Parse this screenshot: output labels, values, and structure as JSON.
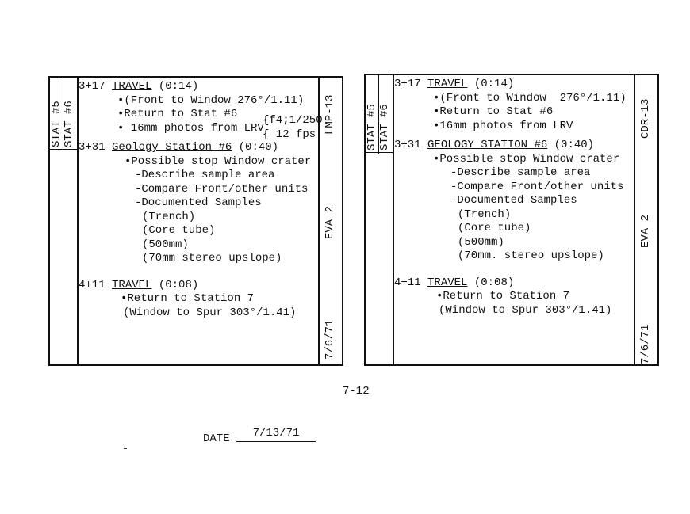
{
  "cards": [
    {
      "id": "left",
      "stat_labels": [
        "STAT #5",
        "STAT #6"
      ],
      "side_labels": {
        "crew": "LMP-13",
        "eva": "EVA 2",
        "date": "7/6/71"
      },
      "photo_note": [
        "{f4;1/250",
        "{ 12 fps"
      ],
      "sections": [
        {
          "time": "3+17",
          "heading": "TRAVEL",
          "duration": "(0:14)",
          "items": [
            {
              "level": "lv1",
              "text": "•(Front to Window 276°/1.11)"
            },
            {
              "level": "lv1",
              "text": "•Return to Stat #6"
            },
            {
              "level": "lv1",
              "text": "• 16mm photos from LRV"
            }
          ]
        },
        {
          "time": "3+31",
          "heading": "Geology Station #6",
          "duration": "(0:40)",
          "items": [
            {
              "level": "lv1b",
              "text": "•Possible stop Window crater"
            },
            {
              "level": "lv2",
              "text": "-Describe sample area"
            },
            {
              "level": "lv2",
              "text": "-Compare Front/other units"
            },
            {
              "level": "lv2",
              "text": "-Documented Samples"
            },
            {
              "level": "lv3",
              "text": "(Trench)"
            },
            {
              "level": "lv3",
              "text": "(Core tube)"
            },
            {
              "level": "lv3",
              "text": "(500mm)"
            },
            {
              "level": "lv3",
              "text": "(70mm stereo upslope)"
            }
          ]
        },
        {
          "time": "4+11",
          "heading": "TRAVEL",
          "duration": "(0:08)",
          "items": [
            {
              "level": "lv1c",
              "text": "•Return to Station 7"
            },
            {
              "level": "lv1d",
              "text": "(Window to Spur 303°/1.41)"
            }
          ]
        }
      ]
    },
    {
      "id": "right",
      "stat_labels": [
        "STAT #5",
        "STAT #6"
      ],
      "side_labels": {
        "crew": "CDR-13",
        "eva": "EVA 2",
        "date": "7/6/71"
      },
      "sections": [
        {
          "time": "3+17",
          "heading": "TRAVEL",
          "duration": "(0:14)",
          "items": [
            {
              "level": "lv1",
              "text": "•(Front to Window  276°/1.11)"
            },
            {
              "level": "lv1",
              "text": "•Return to Stat #6"
            },
            {
              "level": "lv1",
              "text": "•16mm photos from LRV"
            }
          ]
        },
        {
          "time": "3+31",
          "heading": "GEOLOGY STATION #6",
          "duration": "(0:40)",
          "items": [
            {
              "level": "lv1",
              "text": "•Possible stop Window crater"
            },
            {
              "level": "lv2",
              "text": "-Describe sample area"
            },
            {
              "level": "lv2",
              "text": "-Compare Front/other units"
            },
            {
              "level": "lv2",
              "text": "-Documented Samples"
            },
            {
              "level": "lv3",
              "text": "(Trench)"
            },
            {
              "level": "lv3",
              "text": "(Core tube)"
            },
            {
              "level": "lv3",
              "text": "(500mm)"
            },
            {
              "level": "lv3",
              "text": "(70mm. stereo upslope)"
            }
          ]
        },
        {
          "time": "4+11",
          "heading": "TRAVEL",
          "duration": "(0:08)",
          "items": [
            {
              "level": "lv1c",
              "text": "•Return to Station 7"
            },
            {
              "level": "lv1d",
              "text": "(Window to Spur 303°/1.41)"
            }
          ]
        }
      ]
    }
  ],
  "footer": {
    "page_number": "7-12",
    "date_label": "DATE",
    "date_value": "7/13/71"
  }
}
